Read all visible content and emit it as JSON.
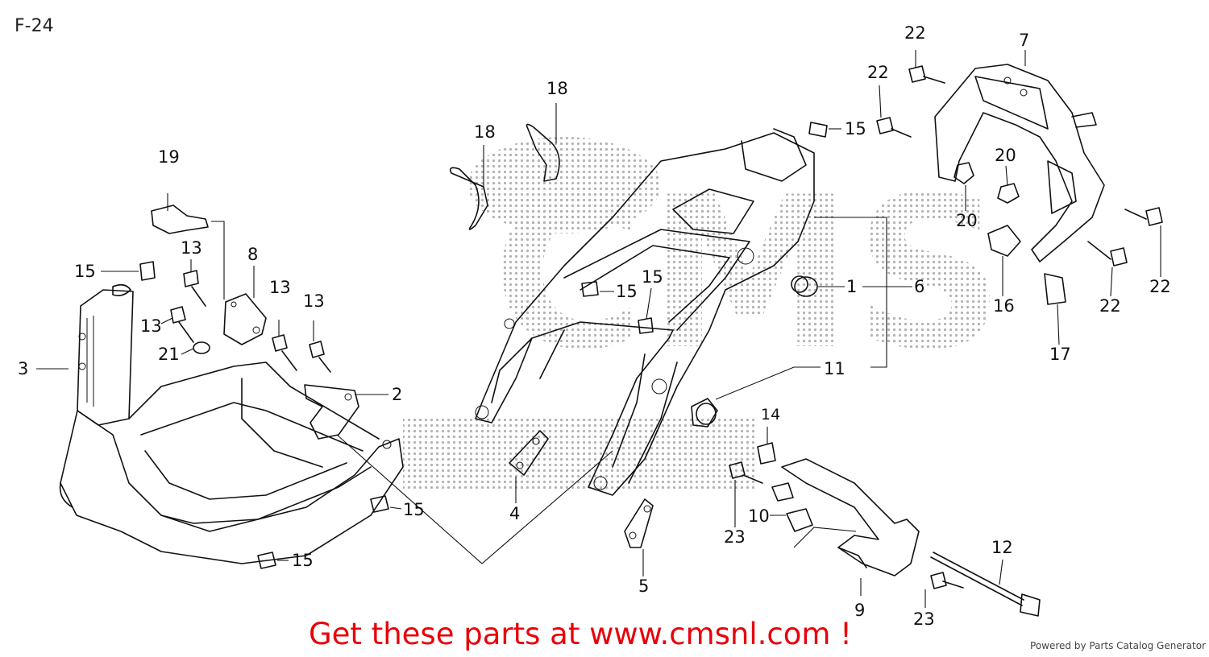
{
  "page": {
    "code": "F-24"
  },
  "footer": {
    "promo": "Get these parts at www.cmsnl.com !",
    "powered_by": "Powered by Parts Catalog Generator"
  },
  "watermark": {
    "text": "CMS"
  },
  "callouts": [
    {
      "id": "c1",
      "number": "1"
    },
    {
      "id": "c2",
      "number": "2"
    },
    {
      "id": "c3",
      "number": "3"
    },
    {
      "id": "c4",
      "number": "4"
    },
    {
      "id": "c5",
      "number": "5"
    },
    {
      "id": "c6",
      "number": "6"
    },
    {
      "id": "c7",
      "number": "7"
    },
    {
      "id": "c8",
      "number": "8"
    },
    {
      "id": "c9",
      "number": "9"
    },
    {
      "id": "c10",
      "number": "10"
    },
    {
      "id": "c11",
      "number": "11"
    },
    {
      "id": "c12",
      "number": "12"
    },
    {
      "id": "c13a",
      "number": "13"
    },
    {
      "id": "c13b",
      "number": "13"
    },
    {
      "id": "c13c",
      "number": "13"
    },
    {
      "id": "c13d",
      "number": "13"
    },
    {
      "id": "c14",
      "number": "14"
    },
    {
      "id": "c15a",
      "number": "15"
    },
    {
      "id": "c15b",
      "number": "15"
    },
    {
      "id": "c15c",
      "number": "15"
    },
    {
      "id": "c15d",
      "number": "15"
    },
    {
      "id": "c15e",
      "number": "15"
    },
    {
      "id": "c15f",
      "number": "15"
    },
    {
      "id": "c16",
      "number": "16"
    },
    {
      "id": "c17",
      "number": "17"
    },
    {
      "id": "c18a",
      "number": "18"
    },
    {
      "id": "c18b",
      "number": "18"
    },
    {
      "id": "c19",
      "number": "19"
    },
    {
      "id": "c20a",
      "number": "20"
    },
    {
      "id": "c20b",
      "number": "20"
    },
    {
      "id": "c21",
      "number": "21"
    },
    {
      "id": "c22a",
      "number": "22"
    },
    {
      "id": "c22b",
      "number": "22"
    },
    {
      "id": "c22c",
      "number": "22"
    },
    {
      "id": "c22d",
      "number": "22"
    },
    {
      "id": "c23a",
      "number": "23"
    },
    {
      "id": "c23b",
      "number": "23"
    }
  ]
}
